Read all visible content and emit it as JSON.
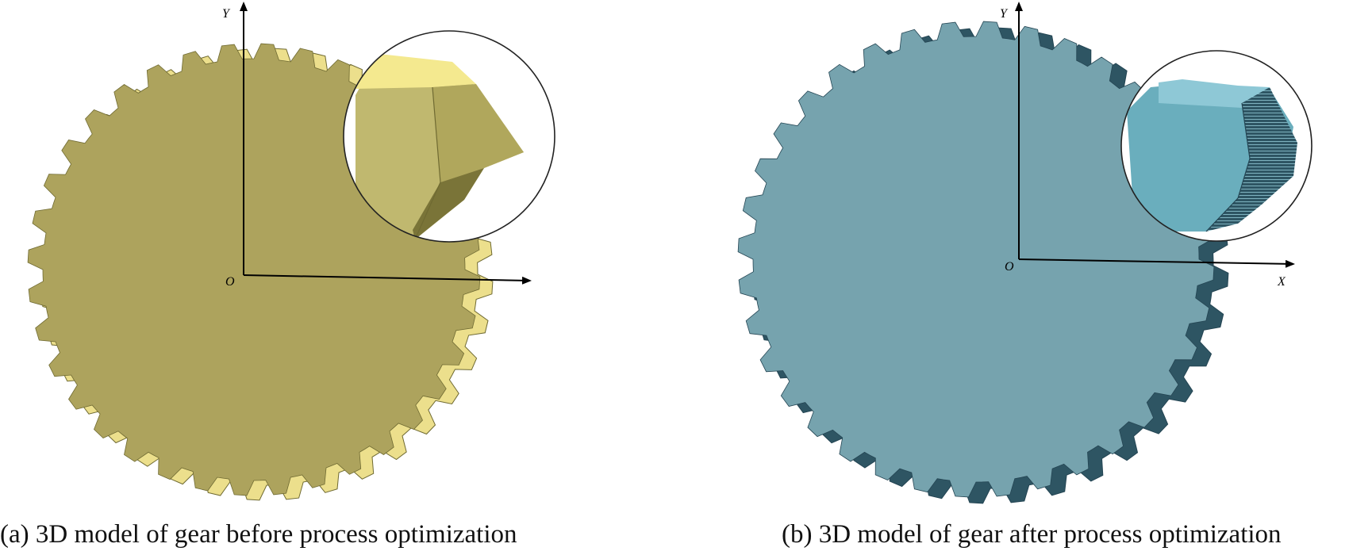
{
  "panels": [
    {
      "caption": "(a) 3D model of gear before process optimization",
      "axis_y_label": "Y",
      "origin_label": "O",
      "colors": {
        "face": "#ada35d",
        "side": "#ecdf8c",
        "dark": "#6f6a32",
        "callout_face": "#c0b86f",
        "callout_top": "#f4e98f"
      }
    },
    {
      "caption": "(b) 3D model of gear after process optimization",
      "axis_y_label": "Y",
      "axis_x_label": "X",
      "origin_label": "O",
      "colors": {
        "face": "#76a3ae",
        "side": "#2e5563",
        "dark": "#244553",
        "callout_face": "#6aaebd",
        "callout_top": "#8ec8d6"
      }
    }
  ]
}
